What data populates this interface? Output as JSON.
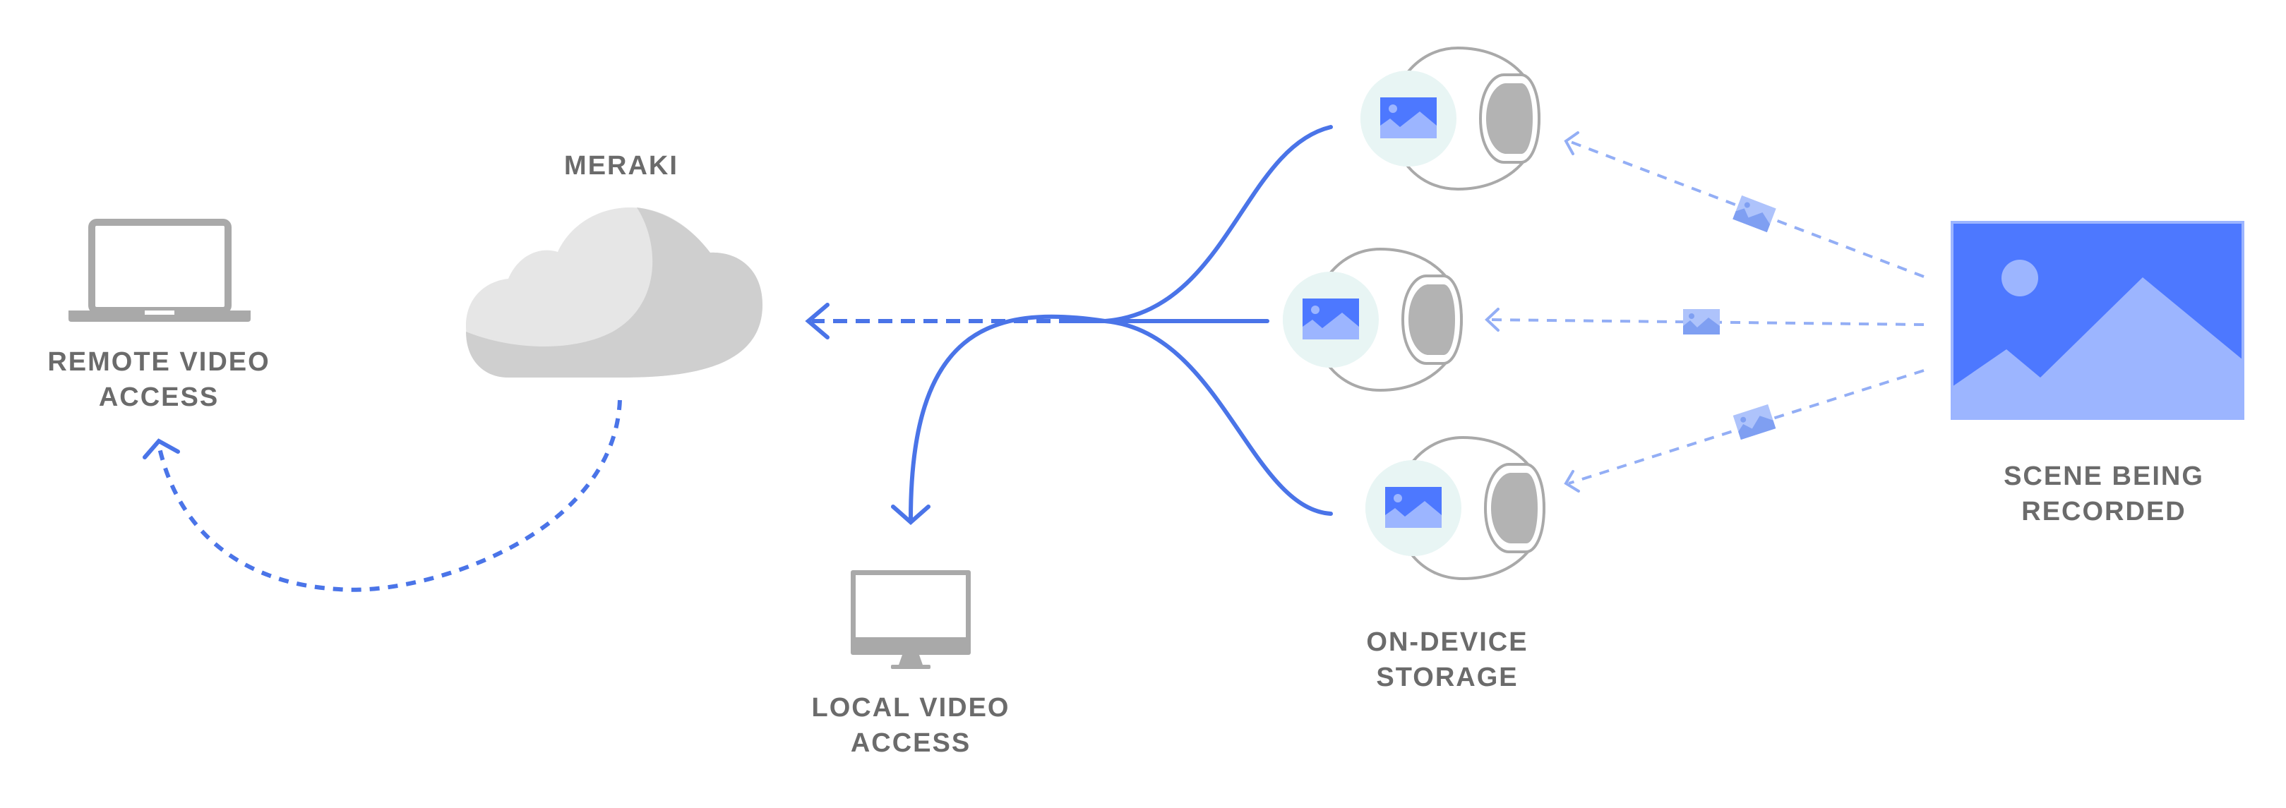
{
  "labels": {
    "cloud": "MERAKI",
    "remote_line1": "REMOTE VIDEO",
    "remote_line2": "ACCESS",
    "local_line1": "LOCAL VIDEO",
    "local_line2": "ACCESS",
    "storage_line1": "ON-DEVICE",
    "storage_line2": "STORAGE",
    "scene_line1": "SCENE BEING",
    "scene_line2": "RECORDED"
  },
  "icons": {
    "laptop": "laptop-icon",
    "cloud": "cloud-icon",
    "monitor": "desktop-monitor-icon",
    "camera": "camera-icon",
    "scene": "landscape-image-icon",
    "frame": "image-frame-icon"
  },
  "colors": {
    "primary_blue": "#4a74e8",
    "light_blue": "#93aef5",
    "scene_blue": "#4d78ff",
    "scene_light": "#9cb5ff",
    "icon_gray": "#a9a9a9",
    "label_gray": "#6b6b6b",
    "cloud_light": "#e6e6e6",
    "cloud_dark": "#cfcfcf",
    "lens_bg": "#e8f5f4"
  }
}
